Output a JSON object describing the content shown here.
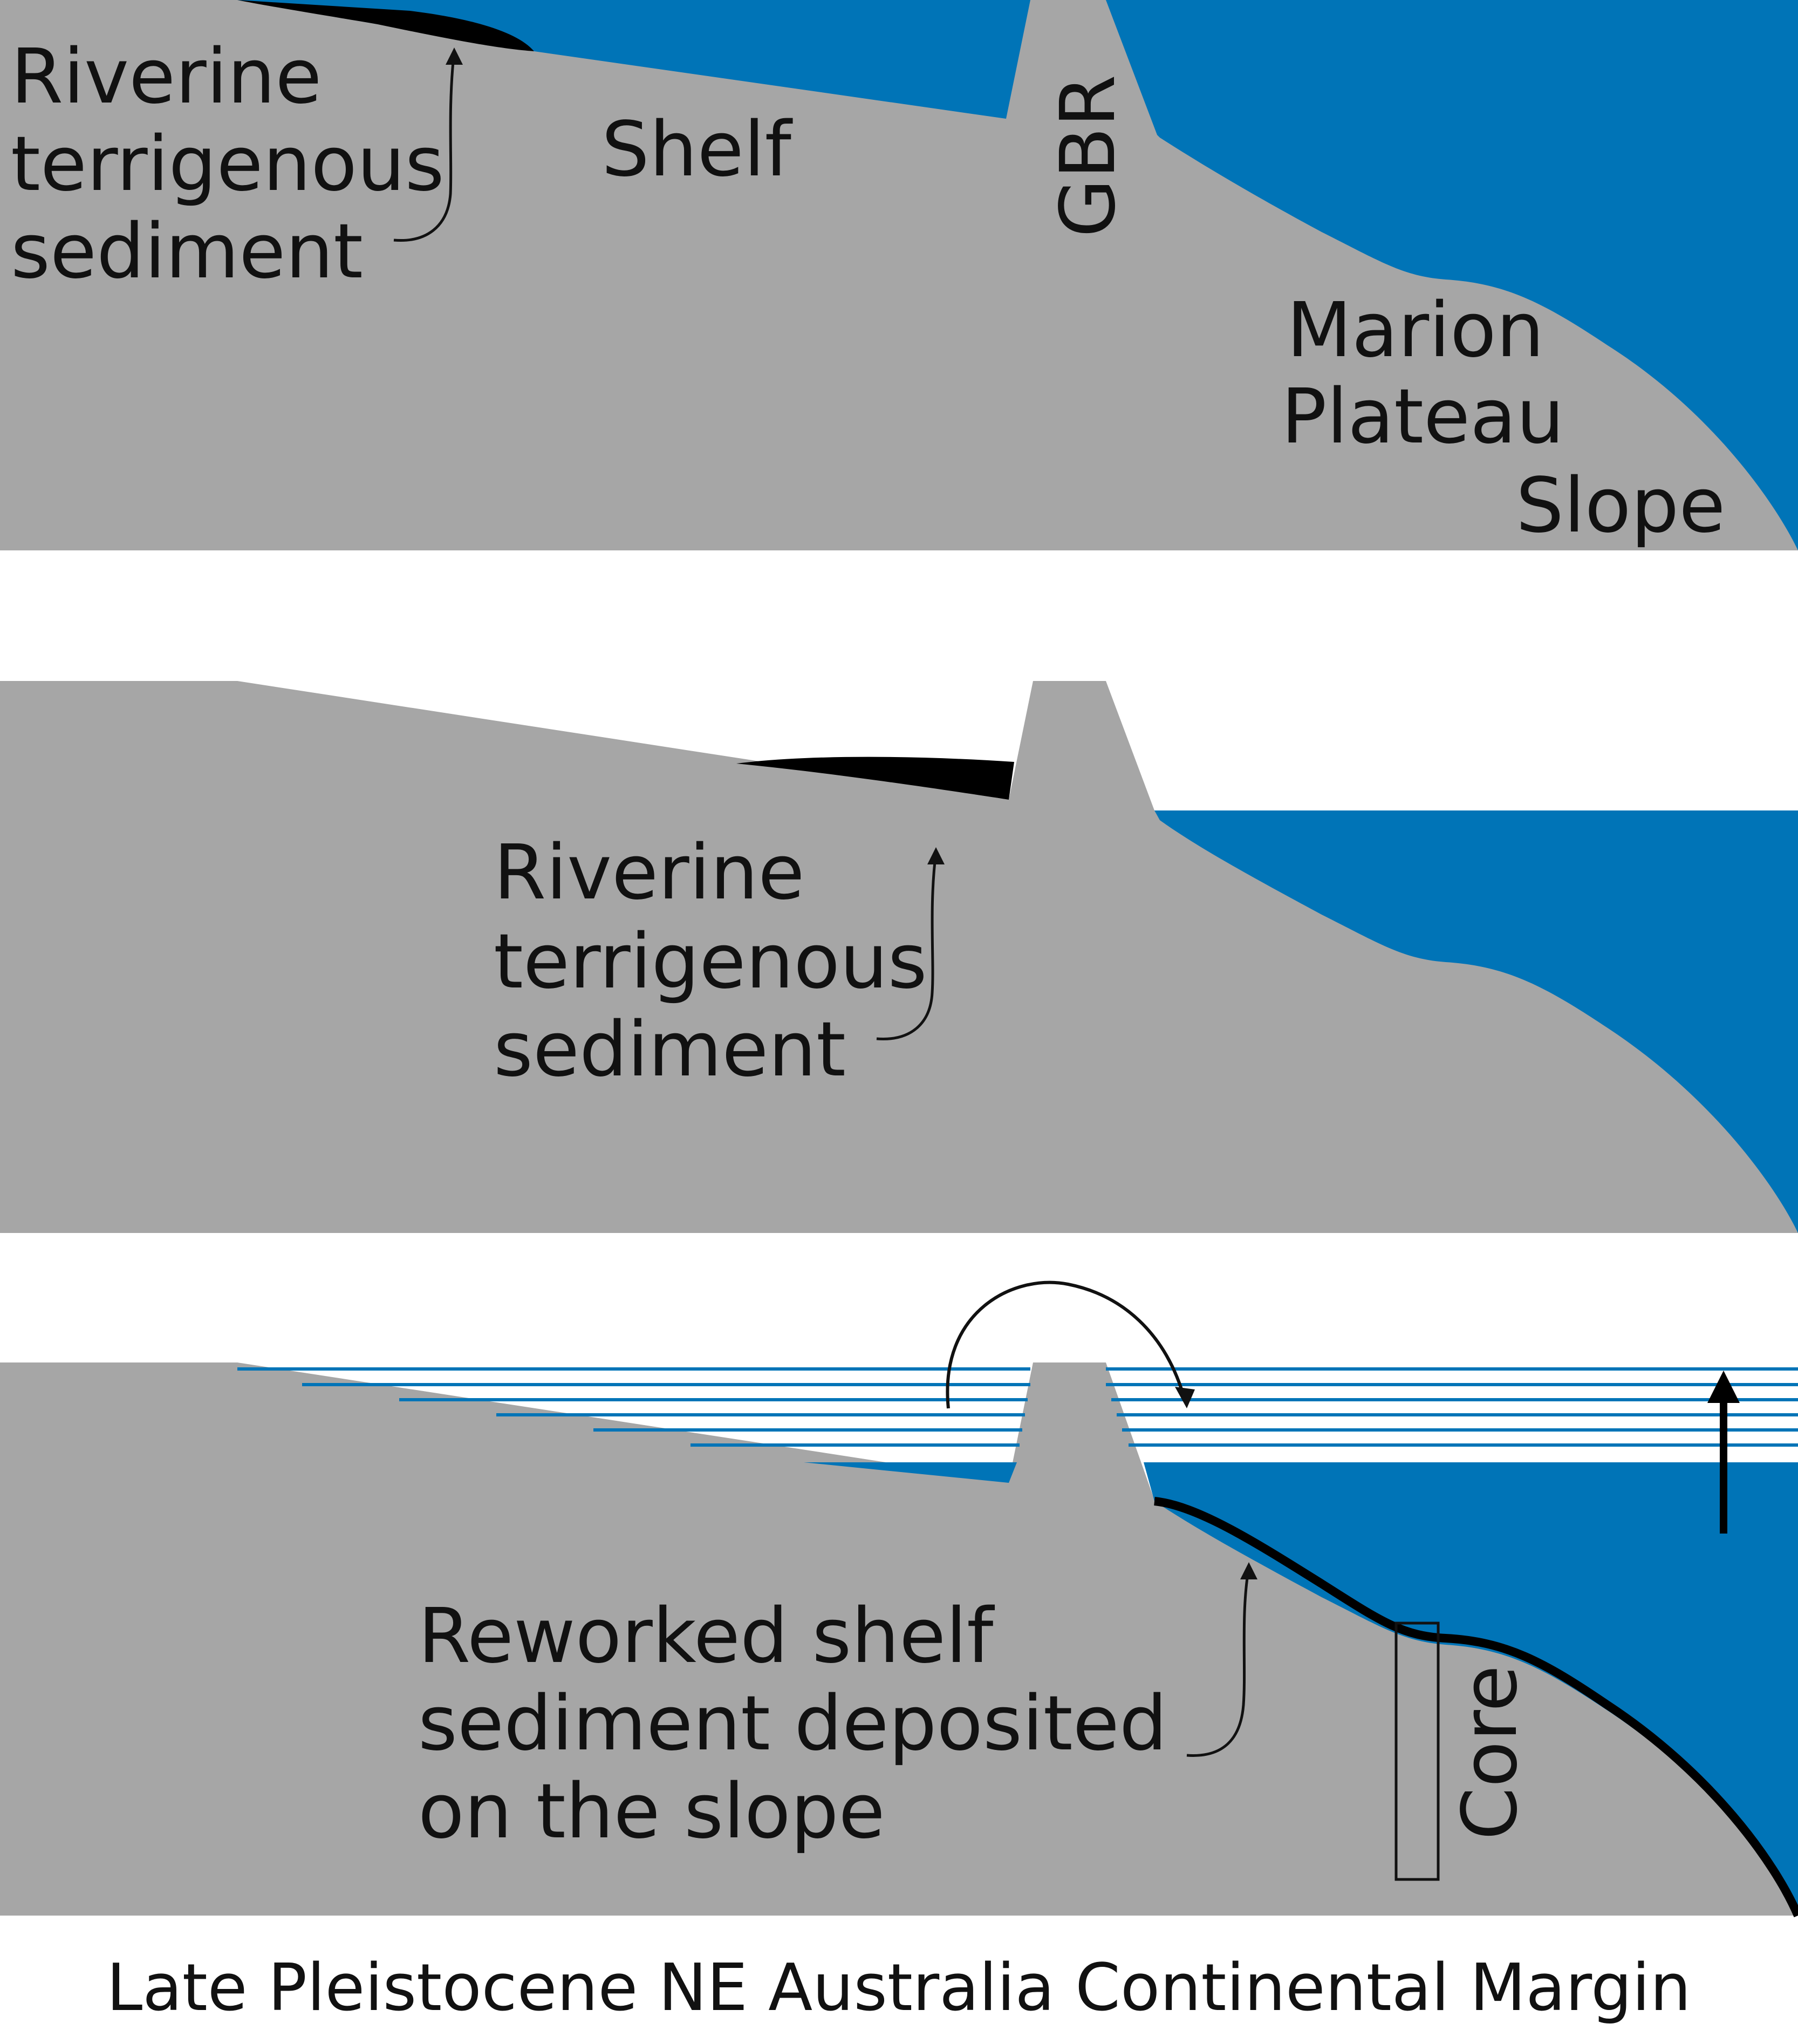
{
  "colors": {
    "water": "#0074B7",
    "seafloor": "#A6A6A6",
    "sediment": "#000000",
    "sea_line": "#0074B7",
    "background": "#FFFFFF"
  },
  "panel1": {
    "sediment_label": [
      "Riverine",
      "terrigenous",
      "sediment"
    ],
    "shelf_label": "Shelf",
    "gbr_label": "GBR",
    "plateau_label": [
      "Marion",
      "Plateau"
    ],
    "slope_label": "Slope"
  },
  "panel2": {
    "sediment_label": [
      "Riverine",
      "terrigenous",
      "sediment"
    ]
  },
  "panel3": {
    "sediment_label": [
      "Reworked shelf",
      "sediment deposited",
      "on the slope"
    ],
    "core_label": "Core"
  },
  "title": "Late Pleistocene NE Australia Continental Margin"
}
